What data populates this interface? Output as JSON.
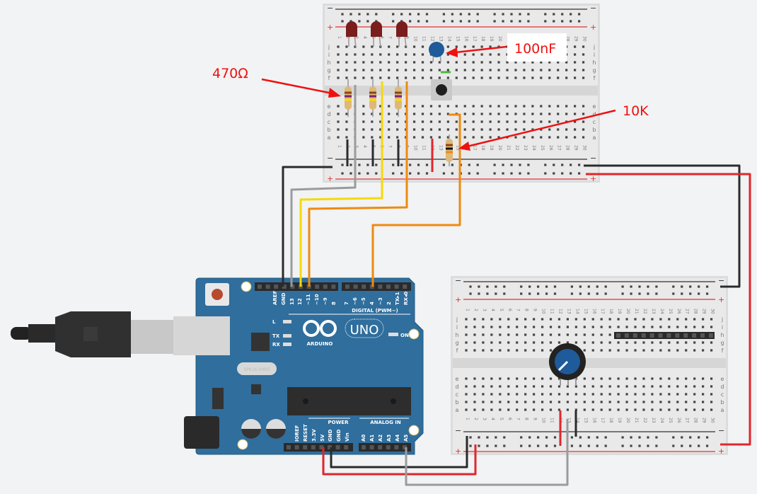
{
  "annotations": {
    "resistor_label": "470Ω",
    "capacitor_label": "100nF",
    "pulldown_label": "10K",
    "color": "#ee1111"
  },
  "breadboard": {
    "rows_top": [
      "j",
      "i",
      "h",
      "g",
      "f"
    ],
    "rows_bottom": [
      "e",
      "d",
      "c",
      "b",
      "a"
    ],
    "columns": [
      "1",
      "2",
      "3",
      "4",
      "5",
      "6",
      "7",
      "8",
      "9",
      "10",
      "11",
      "12",
      "13",
      "14",
      "15",
      "16",
      "17",
      "18",
      "19",
      "20",
      "21",
      "22",
      "23",
      "24",
      "25",
      "26",
      "27",
      "28",
      "29",
      "30"
    ],
    "minus": "−",
    "plus": "+"
  },
  "arduino": {
    "brand": "ARDUINO",
    "model": "UNO",
    "digital_header_label": "DIGITAL (PWM~)",
    "digital_pins_left": [
      "AREF",
      "GND",
      "13",
      "12",
      "~11",
      "~10",
      "~9",
      "8"
    ],
    "digital_pins_right": [
      "7",
      "~6",
      "~5",
      "4",
      "~3",
      "2",
      "TX▸1",
      "RX◂0"
    ],
    "power_label": "POWER",
    "power_pins": [
      "IOREF",
      "RESET",
      "3.3V",
      "5V",
      "GND",
      "GND",
      "Vin"
    ],
    "analog_label": "ANALOG IN",
    "analog_pins": [
      "A0",
      "A1",
      "A2",
      "A3",
      "A4",
      "A5"
    ],
    "led_l": "L",
    "led_tx": "TX",
    "led_rx": "RX",
    "led_on": "ON",
    "crystal": "SPK16.000G",
    "board_color": "#2f6e9d"
  },
  "wire_colors": {
    "black": "#2b2b2b",
    "gray": "#9b9b9b",
    "yellow": "#f5d90a",
    "orange": "#ee8a10",
    "red": "#e0262b"
  }
}
